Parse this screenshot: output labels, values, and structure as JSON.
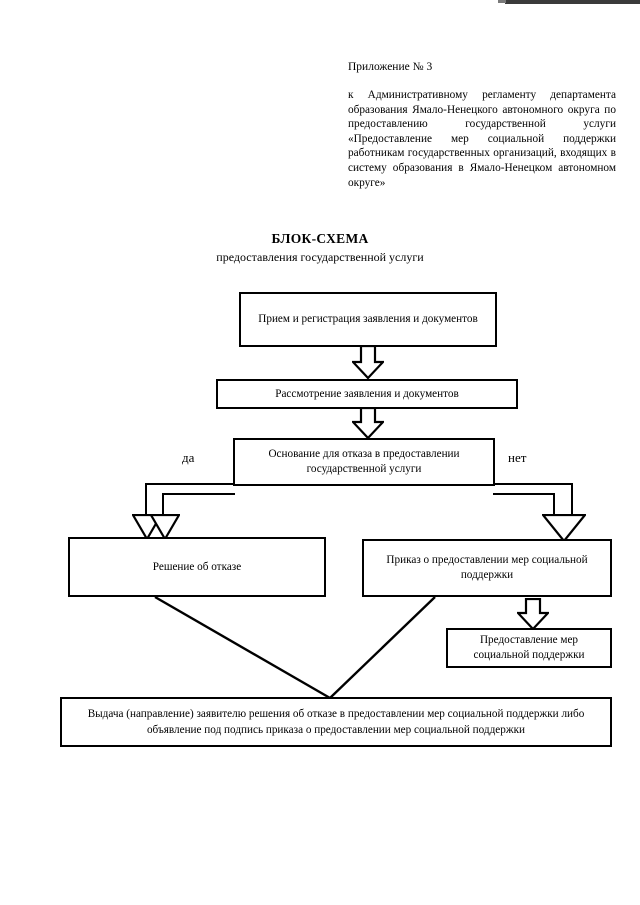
{
  "document": {
    "header": {
      "appendix_line": "Приложение № 3",
      "body": "к Административному регламенту департамента образования Ямало-Ненецкого автономного округа по предоставлению государственной услуги «Предоставление мер социальной поддержки работникам государственных организаций, входящих в систему образования в Ямало-Ненецком автономном округе»"
    },
    "title": {
      "main": "БЛОК-СХЕМА",
      "subtitle": "предоставления государственной услуги"
    },
    "flowchart": {
      "type": "flowchart",
      "orientation": "top-to-bottom",
      "nodes": [
        {
          "id": "n1",
          "label": "Прием и регистрация заявления и документов",
          "shape": "rectangle"
        },
        {
          "id": "n2",
          "label": "Рассмотрение заявления и документов",
          "shape": "rectangle"
        },
        {
          "id": "n3",
          "label": "Основание для отказа в предоставлении государственной услуги",
          "shape": "rectangle-decision"
        },
        {
          "id": "n4",
          "label": "Решение об отказе",
          "shape": "rectangle"
        },
        {
          "id": "n5",
          "label": "Приказ о предоставлении мер социальной поддержки",
          "shape": "rectangle"
        },
        {
          "id": "n6",
          "label": "Предоставление мер социальной поддержки",
          "shape": "rectangle"
        },
        {
          "id": "n7",
          "label": "Выдача (направление) заявителю решения об отказе в предоставлении мер социальной поддержки либо объявление под подпись приказа о предоставлении мер социальной поддержки",
          "shape": "rectangle"
        }
      ],
      "branch_labels": {
        "yes": "да",
        "no": "нет"
      },
      "edges": [
        {
          "from": "n1",
          "to": "n2",
          "style": "block-arrow-down",
          "label": ""
        },
        {
          "from": "n2",
          "to": "n3",
          "style": "block-arrow-down",
          "label": ""
        },
        {
          "from": "n3",
          "to": "n4",
          "style": "elbow-left-block-arrow",
          "label": "да"
        },
        {
          "from": "n3",
          "to": "n5",
          "style": "elbow-right-block-arrow",
          "label": "нет"
        },
        {
          "from": "n5",
          "to": "n6",
          "style": "block-arrow-down",
          "label": ""
        },
        {
          "from": "n4",
          "to": "n7",
          "style": "diagonal-line",
          "label": ""
        },
        {
          "from": "n5",
          "to": "n7",
          "style": "diagonal-line",
          "label": ""
        }
      ]
    }
  },
  "colors": {
    "ink": "#000000",
    "paper": "#ffffff",
    "scan_artifact": "#3a3a3a"
  }
}
